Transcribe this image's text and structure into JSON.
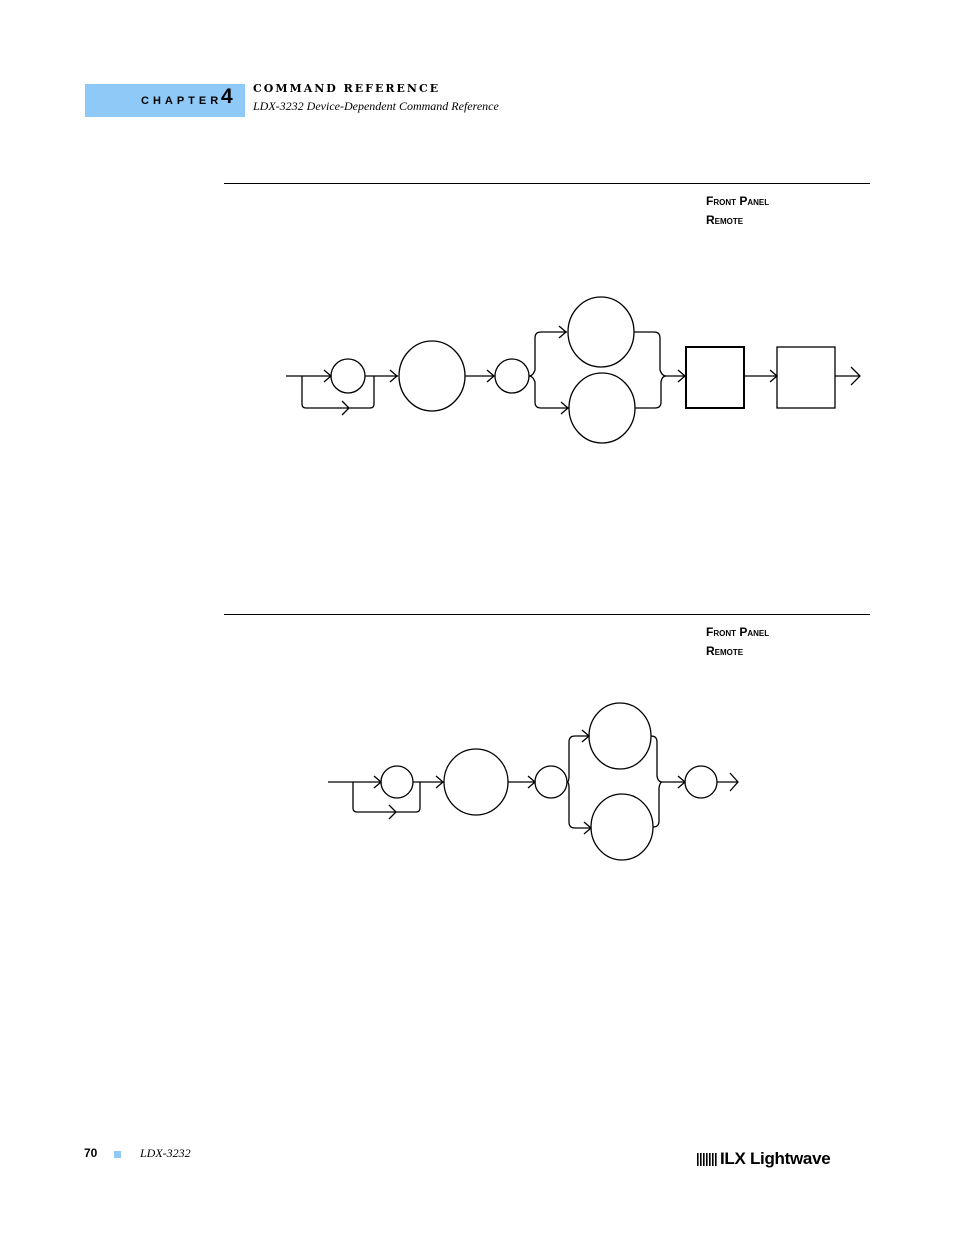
{
  "header": {
    "chapter_word": "CHAPTER",
    "chapter_number": "4",
    "section_title": "COMMAND REFERENCE",
    "section_subtitle": "LDX-3232 Device-Dependent Command Reference"
  },
  "blocks": [
    {
      "labels": [
        "Front Panel",
        "Remote"
      ]
    },
    {
      "labels": [
        "Front Panel",
        "Remote"
      ]
    }
  ],
  "footer": {
    "page_number": "70",
    "product": "LDX-3232",
    "logo_text": "ILX Lightwave"
  },
  "colors": {
    "accent": "#8ec9f7",
    "ink": "#000000"
  }
}
